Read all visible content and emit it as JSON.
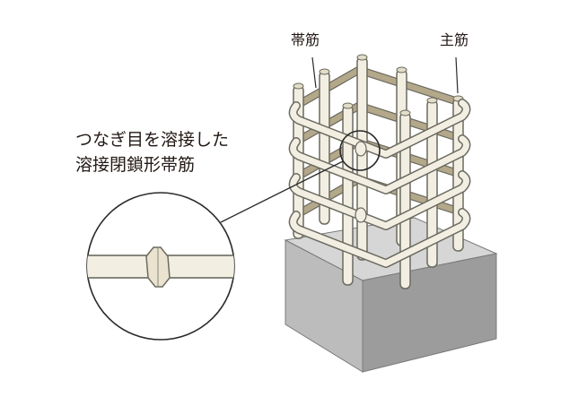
{
  "labels": {
    "hoop": "帯筋",
    "main_bar": "主筋",
    "callout_line1": "つなぎ目を溶接した",
    "callout_line2": "溶接閉鎖形帯筋"
  },
  "colors": {
    "concrete_front": "#bcbcbc",
    "concrete_side": "#9c9c9c",
    "concrete_top": "#d6d6d6",
    "rebar_fill": "#f2efe2",
    "rebar_outline": "#6b6a60",
    "hoop_back": "#b4a88a",
    "leader": "#2b2b2b"
  }
}
